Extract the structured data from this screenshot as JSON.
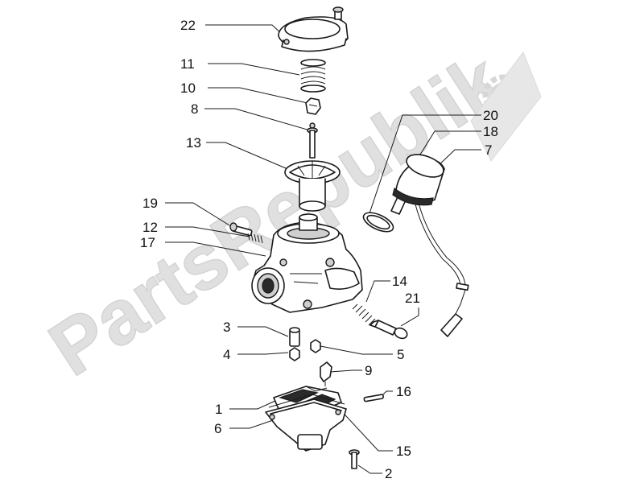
{
  "watermark": {
    "text": "PartsRepublik",
    "color": "#c8c8c8"
  },
  "callouts": [
    {
      "number": "22"
    },
    {
      "number": "11"
    },
    {
      "number": "10"
    },
    {
      "number": "8"
    },
    {
      "number": "13"
    },
    {
      "number": "19"
    },
    {
      "number": "12"
    },
    {
      "number": "17"
    },
    {
      "number": "20"
    },
    {
      "number": "18"
    },
    {
      "number": "7"
    },
    {
      "number": "14"
    },
    {
      "number": "21"
    },
    {
      "number": "3"
    },
    {
      "number": "5"
    },
    {
      "number": "4"
    },
    {
      "number": "9"
    },
    {
      "number": "16"
    },
    {
      "number": "1"
    },
    {
      "number": "6"
    },
    {
      "number": "15"
    },
    {
      "number": "2"
    }
  ]
}
